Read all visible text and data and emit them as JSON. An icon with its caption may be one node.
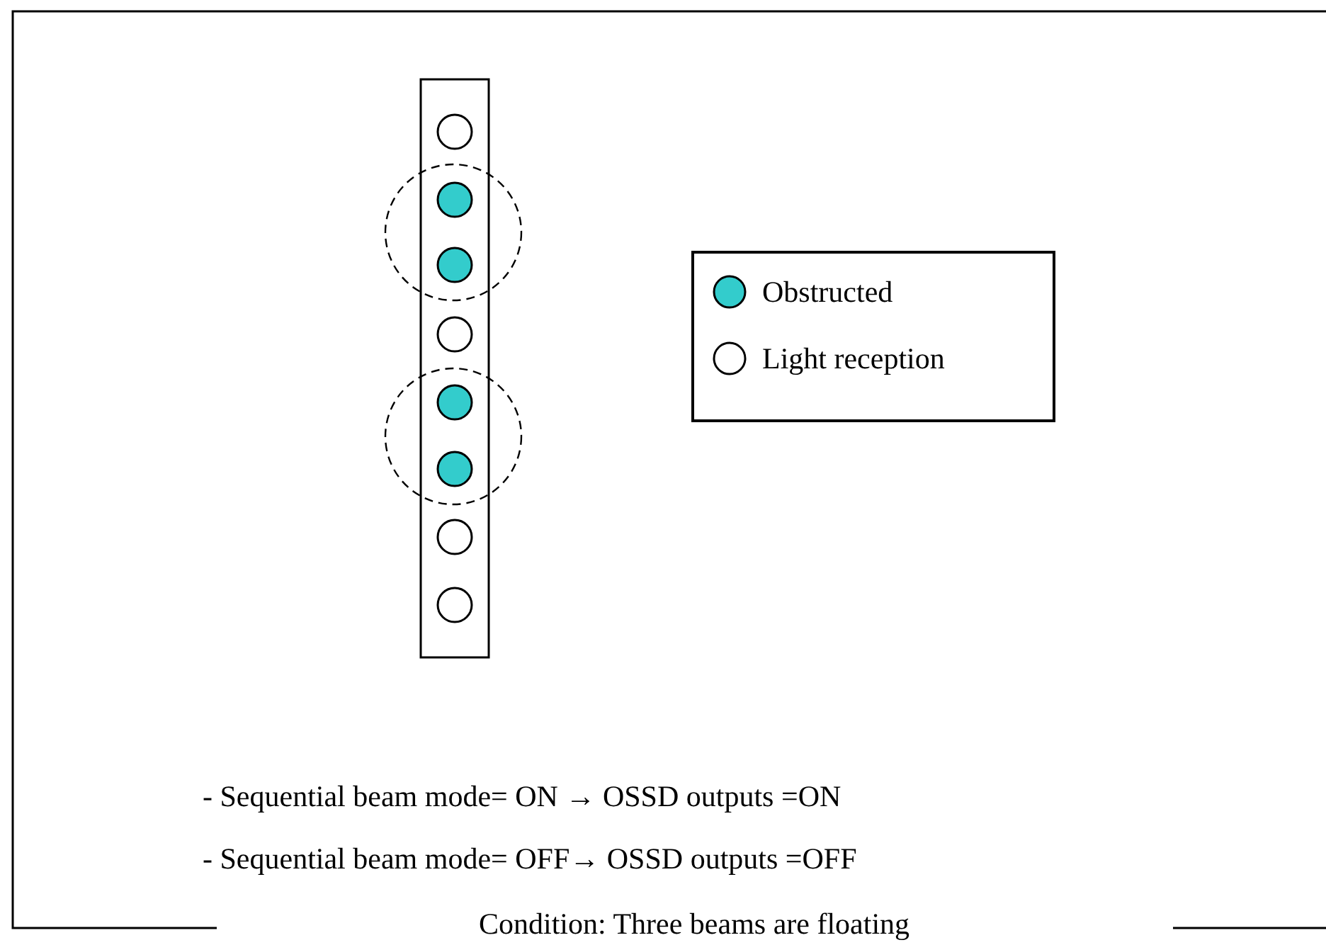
{
  "diagram": {
    "caption": "Condition: Three beams are floating",
    "labels": [
      "- Sequential beam mode= ON → OSSD outputs =ON",
      "- Sequential beam mode= OFF→ OSSD outputs =OFF"
    ],
    "legend": [
      {
        "text": "Obstructed",
        "color": "#33cccc"
      },
      {
        "text": "Light reception"
      }
    ]
  }
}
